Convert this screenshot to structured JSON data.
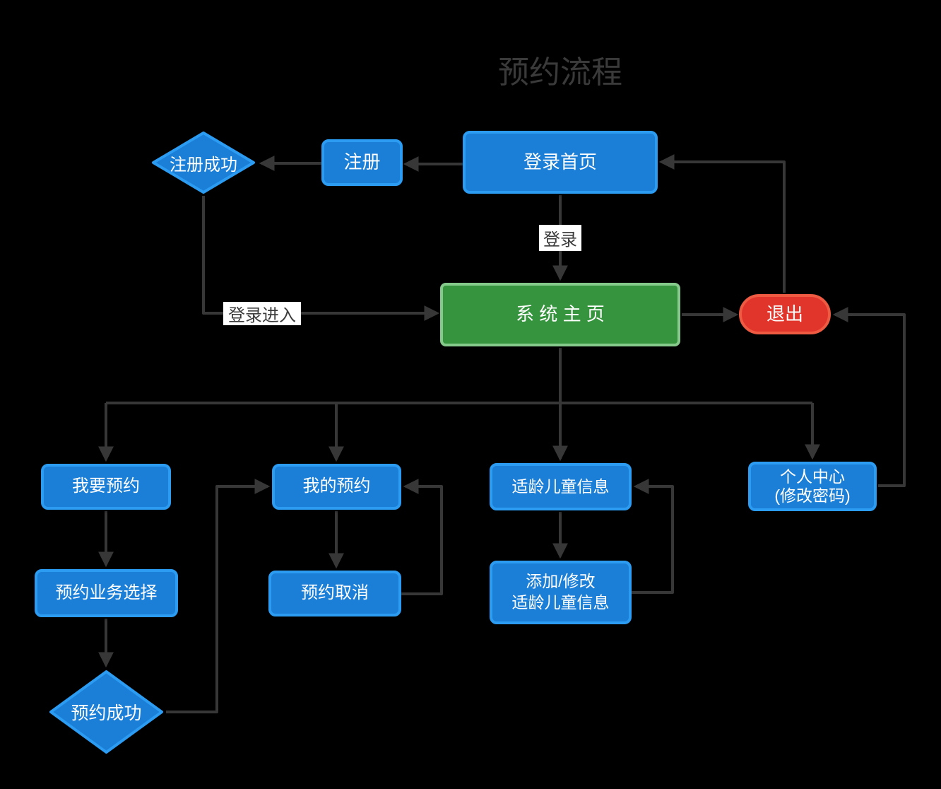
{
  "title": "预约流程",
  "colors": {
    "node_blue": "#1b7ed7",
    "node_blue_border": "#2b9cf2",
    "green_fill": "#37943e",
    "green_border": "#86ca8b",
    "red_fill": "#e1342a",
    "red_border": "#ef5a43",
    "line_color": "#373737",
    "title_color": "#3a3a3a",
    "label_bg": "#ffffff",
    "label_text": "#3c3c3c",
    "canvas_bg": "#000000"
  },
  "nodes": {
    "login_home": {
      "label": "登录首页",
      "shape": "rect"
    },
    "register": {
      "label": "注册",
      "shape": "rect"
    },
    "register_success": {
      "label": "注册成功",
      "shape": "diamond"
    },
    "system_home": {
      "label": "系 统 主 页",
      "shape": "rect"
    },
    "logout": {
      "label": "退出",
      "shape": "pill"
    },
    "want_reserve": {
      "label": "我要预约",
      "shape": "rect"
    },
    "my_reserve": {
      "label": "我的预约",
      "shape": "rect"
    },
    "child_info": {
      "label": "适龄儿童信息",
      "shape": "rect"
    },
    "personal_center": {
      "label": "个人中心",
      "label2": "(修改密码)",
      "shape": "rect"
    },
    "reserve_business": {
      "label": "预约业务选择",
      "shape": "rect"
    },
    "reserve_cancel": {
      "label": "预约取消",
      "shape": "rect"
    },
    "add_modify_child": {
      "label": "添加/修改",
      "label2": "适龄儿童信息",
      "shape": "rect"
    },
    "reserve_success": {
      "label": "预约成功",
      "shape": "diamond"
    }
  },
  "edge_labels": {
    "login": "登录",
    "login_enter": "登录进入"
  },
  "edges": [
    {
      "from": "login_home",
      "to": "register"
    },
    {
      "from": "register",
      "to": "register_success"
    },
    {
      "from": "register_success",
      "to": "system_home",
      "label": "登录进入"
    },
    {
      "from": "login_home",
      "to": "system_home",
      "label": "登录"
    },
    {
      "from": "system_home",
      "to": "logout"
    },
    {
      "from": "logout",
      "to": "login_home"
    },
    {
      "from": "personal_center",
      "to": "logout"
    },
    {
      "from": "system_home",
      "to": "want_reserve"
    },
    {
      "from": "system_home",
      "to": "my_reserve"
    },
    {
      "from": "system_home",
      "to": "child_info"
    },
    {
      "from": "system_home",
      "to": "personal_center"
    },
    {
      "from": "want_reserve",
      "to": "reserve_business"
    },
    {
      "from": "reserve_business",
      "to": "reserve_success"
    },
    {
      "from": "reserve_success",
      "to": "my_reserve"
    },
    {
      "from": "my_reserve",
      "to": "reserve_cancel"
    },
    {
      "from": "reserve_cancel",
      "to": "my_reserve"
    },
    {
      "from": "child_info",
      "to": "add_modify_child"
    },
    {
      "from": "add_modify_child",
      "to": "child_info"
    }
  ]
}
